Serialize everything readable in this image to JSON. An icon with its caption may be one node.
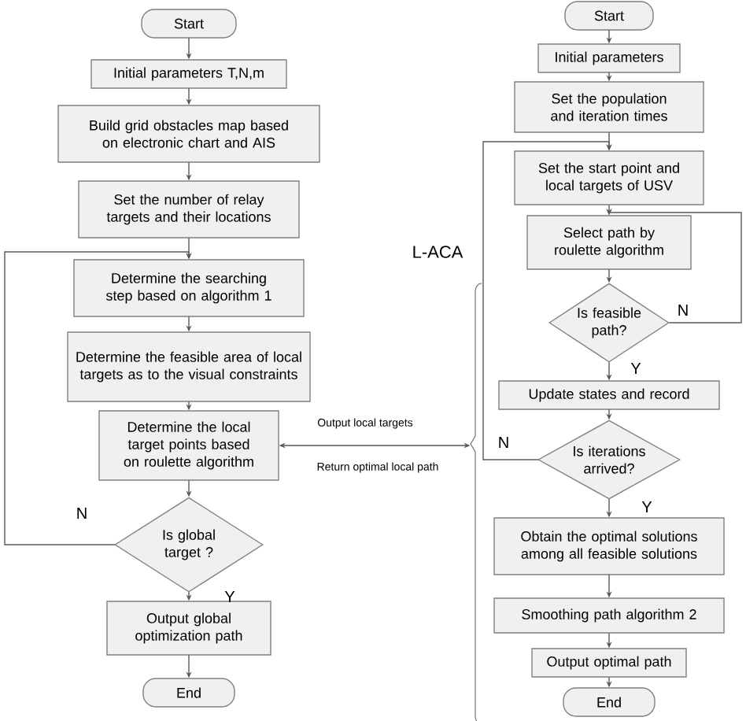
{
  "diagram": {
    "nodes": [
      {
        "text": [
          "Start"
        ]
      },
      {
        "text": [
          "Initial parameters T,N,m"
        ]
      },
      {
        "text": [
          "Build grid obstacles map based on electronic chart and AIS"
        ]
      },
      {
        "text": [
          "Set the number of relay targets and their locations"
        ]
      },
      {
        "text": [
          "Determine the searching step based on algorithm 1"
        ]
      },
      {
        "text": [
          "Determine the feasible area of local targets as to the visual constraints"
        ]
      },
      {
        "text": [
          "Determine the local target points based on roulette algorithm"
        ]
      },
      {
        "text": [
          "Is global target ?"
        ]
      },
      {
        "text": [
          "Output global optimization path"
        ]
      },
      {
        "text": [
          "End"
        ]
      },
      {
        "text": [
          "Start"
        ]
      },
      {
        "text": [
          "Initial parameters"
        ]
      },
      {
        "text": [
          "Set the population and iteration times"
        ]
      },
      {
        "text": [
          "Set the start point and local targets of USV"
        ]
      },
      {
        "text": [
          "Select path by roulette algorithm"
        ]
      },
      {
        "text": [
          "Is feasible path?"
        ]
      },
      {
        "text": [
          "Update states and record"
        ]
      },
      {
        "text": [
          "Is iterations arrived?"
        ]
      },
      {
        "text": [
          "Obtain the optimal solutions among all feasible solutions"
        ]
      },
      {
        "text": [
          "Smoothing path algorithm 2"
        ]
      },
      {
        "text": [
          "Output optimal path"
        ]
      },
      {
        "text": [
          "End"
        ]
      },
      {
        "text": [],
        "shape": "bracket"
      }
    ],
    "edges": [
      {
        "from": 0,
        "to": 1,
        "arrow": "to"
      },
      {
        "from": 1,
        "to": 2,
        "arrow": "to"
      },
      {
        "from": 2,
        "to": 3,
        "arrow": "to"
      },
      {
        "from": 3,
        "to": 4,
        "arrow": "to"
      },
      {
        "from": 4,
        "to": 5,
        "arrow": "to"
      },
      {
        "from": 5,
        "to": 6,
        "arrow": "to"
      },
      {
        "from": 6,
        "to": 7,
        "arrow": "to"
      },
      {
        "from": 7,
        "to": 8,
        "arrow": "to",
        "label": "Y"
      },
      {
        "from": 7,
        "to": 4,
        "arrow": "to",
        "label": "N"
      },
      {
        "from": 8,
        "to": 9,
        "arrow": "to"
      },
      {
        "from": 10,
        "to": 11,
        "arrow": "to"
      },
      {
        "from": 11,
        "to": 12,
        "arrow": "to"
      },
      {
        "from": 12,
        "to": 13,
        "arrow": "to"
      },
      {
        "from": 13,
        "to": 14,
        "arrow": "to"
      },
      {
        "from": 14,
        "to": 15,
        "arrow": "to"
      },
      {
        "from": 15,
        "to": 16,
        "arrow": "to",
        "label": "Y"
      },
      {
        "from": 15,
        "to": 14,
        "arrow": "to",
        "label": "N"
      },
      {
        "from": 16,
        "to": 17,
        "arrow": "to"
      },
      {
        "from": 17,
        "to": 13,
        "arrow": "to",
        "label": "N"
      },
      {
        "from": 17,
        "to": 18,
        "arrow": "to",
        "label": "Y"
      },
      {
        "from": 18,
        "to": 19,
        "arrow": "to"
      },
      {
        "from": 19,
        "to": 20,
        "arrow": "to"
      },
      {
        "from": 20,
        "to": 21,
        "arrow": "to"
      },
      {
        "from": 6,
        "to": 22,
        "arrow": "both",
        "label": "Output local targets"
      }
    ],
    "labels": [
      "Return optimal local path",
      "L-ACA"
    ]
  }
}
